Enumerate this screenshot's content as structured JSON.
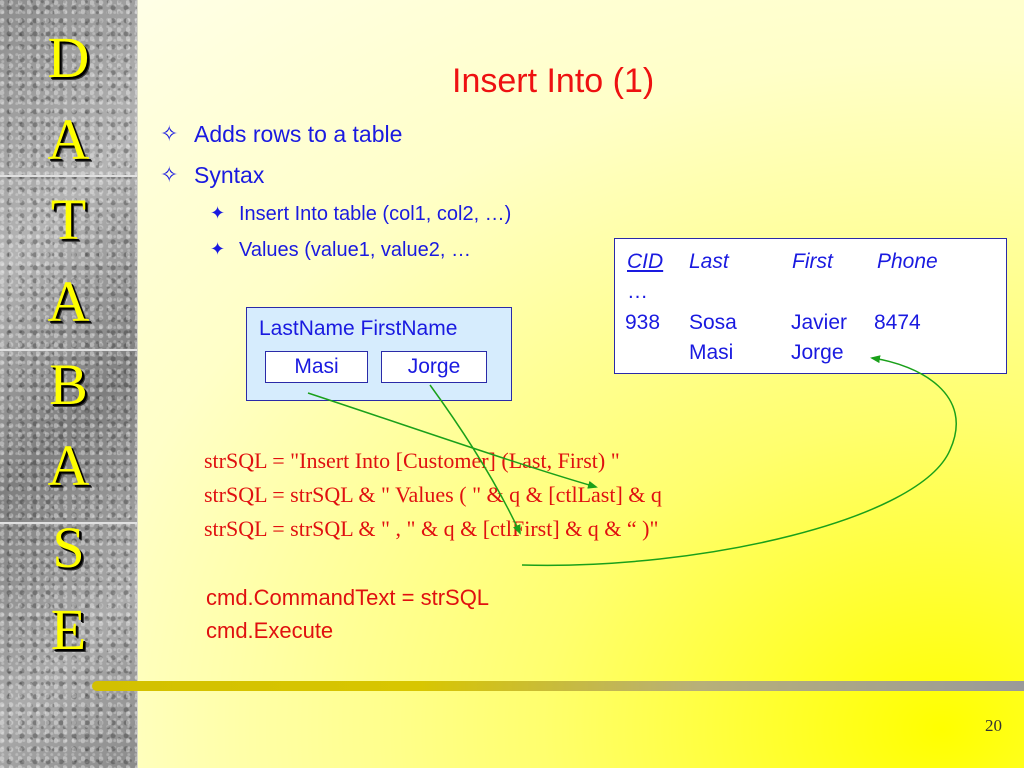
{
  "sidebar": {
    "letters": [
      "D",
      "A",
      "T",
      "A",
      "B",
      "A",
      "S",
      "E"
    ]
  },
  "title": "Insert Into (1)",
  "bullets": [
    {
      "marker": "✧",
      "text": "Adds rows to a table"
    },
    {
      "marker": "✧",
      "text": "Syntax"
    }
  ],
  "sub_bullets": [
    {
      "marker": "✦",
      "text": "Insert Into table (col1, col2, …)"
    },
    {
      "marker": "✦",
      "text": "Values (value1, value2, …"
    }
  ],
  "form": {
    "header": "LastName FirstName",
    "last_value": "Masi",
    "first_value": "Jorge"
  },
  "table": {
    "headers": [
      "CID",
      "Last",
      "First",
      "Phone"
    ],
    "ellipsis": "…",
    "rows": [
      [
        "938",
        "Sosa",
        "Javier",
        "8474"
      ],
      [
        "",
        "Masi",
        "Jorge",
        ""
      ]
    ]
  },
  "code_lines": [
    "strSQL = \"Insert Into [Customer] (Last, First) \"",
    "strSQL = strSQL & \" Values ( \" & q & [ctlLast] & q",
    "strSQL = strSQL & \" , \" & q & [ctlFirst] & q & “ )\""
  ],
  "commands": [
    "cmd.CommandText = strSQL",
    "cmd.Execute"
  ],
  "page_number": "20",
  "colors": {
    "title": "#ee1111",
    "bullet_text": "#1a1ae0",
    "code": "#e01010",
    "arrow": "#1aa01a",
    "sidebar_letter": "#ffff00"
  }
}
